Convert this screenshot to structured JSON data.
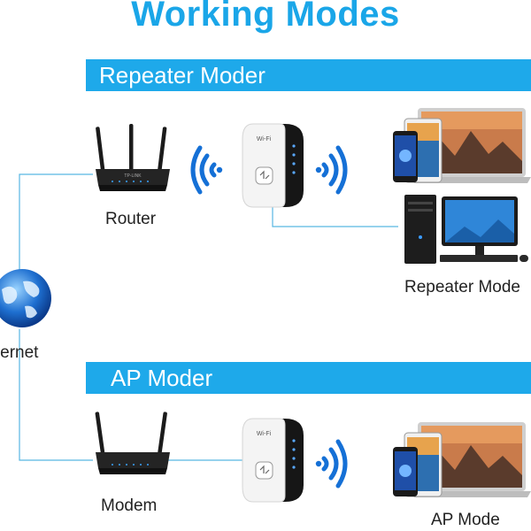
{
  "title": "Working Modes",
  "sections": {
    "repeater": {
      "banner": "Repeater Moder",
      "router_label": "Router",
      "clients_label": "Repeater Mode"
    },
    "ap": {
      "banner": "AP Moder",
      "modem_label": "Modem",
      "clients_label": "AP Mode"
    }
  },
  "internet_label": "Internet",
  "colors": {
    "title": "#1aa6e8",
    "banner": "#1ea9ea",
    "connector": "#58b6e2",
    "wifi_waves": "#1570d6"
  },
  "icons": [
    "router-icon",
    "repeater-icon",
    "wifi-signal-icon",
    "globe-icon",
    "laptop-icon",
    "phone-icon",
    "tablet-icon",
    "desktop-pc-icon"
  ]
}
